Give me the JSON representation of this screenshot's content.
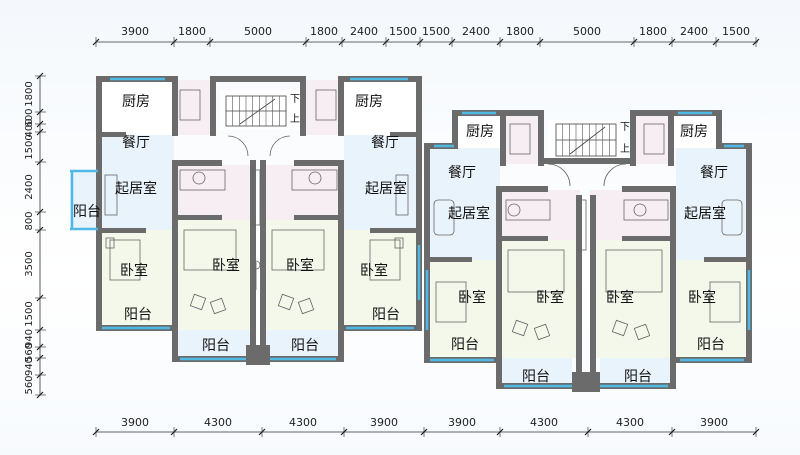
{
  "top_dimensions": [
    "3900",
    "1800",
    "5000",
    "1800",
    "2400",
    "1500",
    "1500",
    "2400",
    "1800",
    "5000",
    "1800",
    "2400",
    "1500"
  ],
  "bottom_dimensions": [
    "3900",
    "4300",
    "4300",
    "3900",
    "3900",
    "4300",
    "4300",
    "3900"
  ],
  "left_dimensions": [
    "1800",
    "600",
    "400",
    "1500",
    "2400",
    "800",
    "3500",
    "1500",
    "940",
    "560",
    "940",
    "560"
  ],
  "rooms": {
    "kitchen": "厨房",
    "dining": "餐厅",
    "living": "起居室",
    "bedroom": "卧室",
    "balcony": "阳台"
  },
  "stair_labels": {
    "down": "下",
    "up": "上"
  }
}
